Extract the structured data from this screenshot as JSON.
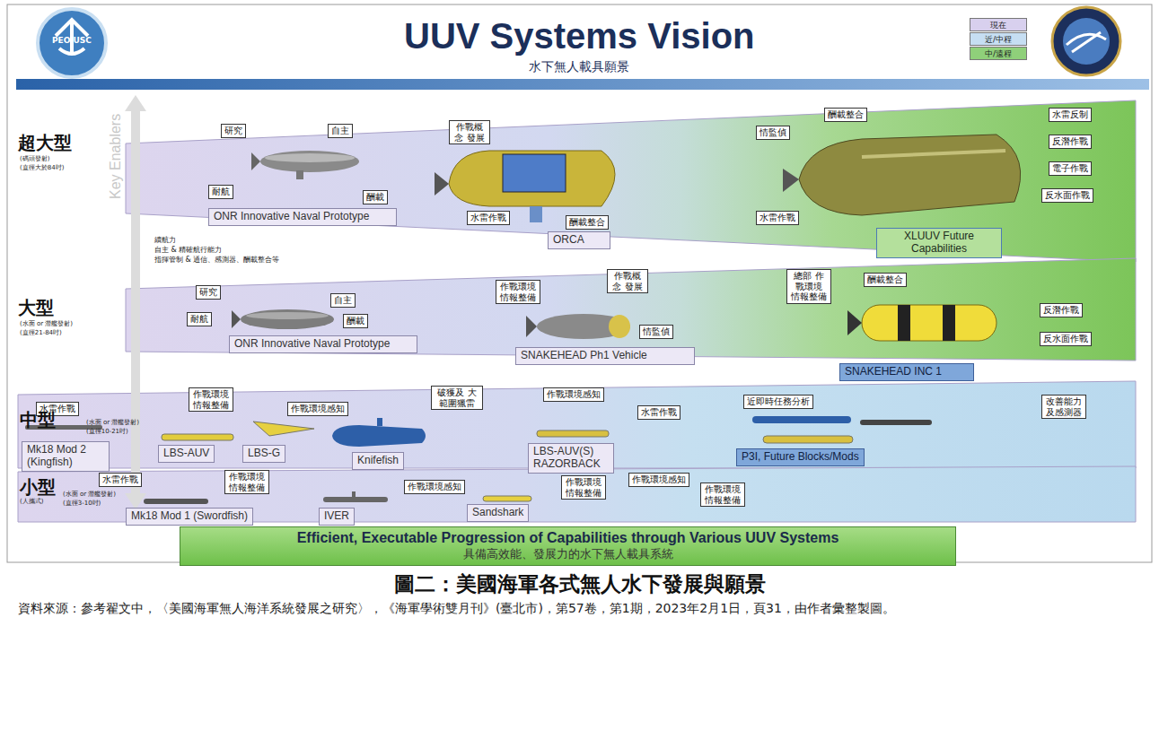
{
  "diagram": {
    "title": "UUV Systems Vision",
    "caption": "圖二：美國海軍各式無人水下發展與願景",
    "nodes": [
      {
        "text": [
          "研究"
        ]
      },
      {
        "text": [
          "自主"
        ]
      },
      {
        "text": [
          "耐航"
        ]
      },
      {
        "text": [
          "酬載"
        ]
      },
      {
        "text": [
          "ONR Innovative Naval Prototype"
        ]
      },
      {
        "text": [
          "作戰概念 發展"
        ]
      },
      {
        "text": [
          "水雷作戰"
        ]
      },
      {
        "text": [
          "酬載整合"
        ]
      },
      {
        "text": [
          "ORCA"
        ]
      },
      {
        "text": [
          "情監偵"
        ]
      },
      {
        "text": [
          "酬載整合"
        ]
      },
      {
        "text": [
          "水雷作戰"
        ]
      },
      {
        "text": [
          "XLUUV Future Capabilities"
        ]
      },
      {
        "text": [
          "水雷反制"
        ]
      },
      {
        "text": [
          "反潛作戰"
        ]
      },
      {
        "text": [
          "電子作戰"
        ]
      },
      {
        "text": [
          "反水面作戰"
        ]
      },
      {
        "text": [
          "研究"
        ]
      },
      {
        "text": [
          "自主"
        ]
      },
      {
        "text": [
          "耐航"
        ]
      },
      {
        "text": [
          "酬載"
        ]
      },
      {
        "text": [
          "ONR Innovative Naval Prototype"
        ]
      },
      {
        "text": [
          "作戰環境 情報整備"
        ]
      },
      {
        "text": [
          "作戰概念 發展"
        ]
      },
      {
        "text": [
          "情監偵"
        ]
      },
      {
        "text": [
          "SNAKEHEAD Ph1 Vehicle"
        ]
      },
      {
        "text": [
          "總部 作戰環境 情報整備"
        ]
      },
      {
        "text": [
          "酬載整合"
        ]
      },
      {
        "text": [
          "反潛作戰"
        ]
      },
      {
        "text": [
          "反水面作戰"
        ]
      },
      {
        "text": [
          "SNAKEHEAD INC 1"
        ]
      },
      {
        "text": [
          "水雷作戰"
        ]
      },
      {
        "text": [
          "作戰環境 情報整備"
        ]
      },
      {
        "text": [
          "作戰環境感知"
        ]
      },
      {
        "text": [
          "破獲及 大範圍獵雷"
        ]
      },
      {
        "text": [
          "作戰環境感知"
        ]
      },
      {
        "text": [
          "水雷作戰"
        ]
      },
      {
        "text": [
          "近即時任務分析"
        ]
      },
      {
        "text": [
          "改善能力 及感測器"
        ]
      },
      {
        "text": [
          "Mk18 Mod 2 (Kingfish)"
        ]
      },
      {
        "text": [
          "LBS-AUV"
        ]
      },
      {
        "text": [
          "LBS-G"
        ]
      },
      {
        "text": [
          "Knifefish"
        ]
      },
      {
        "text": [
          "LBS-AUV(S) RAZORBACK"
        ]
      },
      {
        "text": [
          "P3I, Future Blocks/Mods"
        ]
      },
      {
        "text": [
          "水雷作戰"
        ]
      },
      {
        "text": [
          "作戰環境 情報整備"
        ]
      },
      {
        "text": [
          "作戰環境感知"
        ]
      },
      {
        "text": [
          "作戰環境 情報整備"
        ]
      },
      {
        "text": [
          "作戰環境感知"
        ]
      },
      {
        "text": [
          "作戰環境 情報整備"
        ]
      },
      {
        "text": [
          "Mk18 Mod 1 (Swordfish)"
        ]
      },
      {
        "text": [
          "IVER"
        ]
      },
      {
        "text": [
          "Sandshark"
        ]
      },
      {
        "text": [
          "Efficient, Executable Progression of Capabilities through Various UUV Systems",
          "具備高效能、發展力的水下無人載具系統"
        ]
      }
    ],
    "labels": [
      "水下無人載具願景",
      "PEO USC",
      "Key Enablers",
      "超大型",
      "(碼頭發射)",
      "(直徑大於84吋)",
      "續航力",
      "自主 & 精確航行能力",
      "指揮管制 & 通信、感測器、酬載整合等",
      "大型",
      "(水面 or 潛艦發射)",
      "(直徑21-84吋)",
      "中型",
      "(水面 or 潛艦發射)",
      "(直徑10-21吋)",
      "小型",
      "(人攜式)",
      "(水面 or 潛艦發射)",
      "(直徑3-10吋)",
      "資料來源：參考翟文中，〈美國海軍無人海洋系統發展之研究〉，《海軍學術雙月刊》(臺北市)，第57卷，第1期，2023年2月1日，頁31，由作者彙整製圖。"
    ],
    "legend": [
      {
        "text": "現在",
        "color": "#d8d0ee"
      },
      {
        "text": "近/中程",
        "color": "#c6def2"
      },
      {
        "text": "中/遠程",
        "color": "#8fd07a"
      }
    ]
  }
}
